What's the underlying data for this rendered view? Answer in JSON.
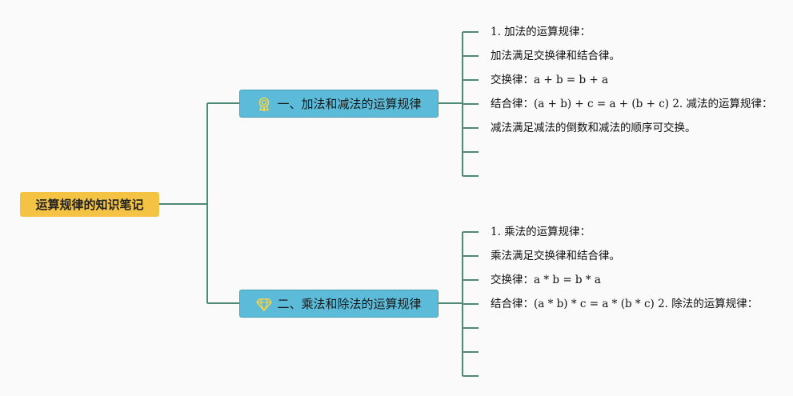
{
  "root": {
    "label": "运算规律的知识笔记"
  },
  "branches": [
    {
      "label": "一、加法和减法的运算规律",
      "icon": "award-badge-icon",
      "leaves": [
        "1. 加法的运算规律：",
        "加法满足交换律和结合律。",
        "交换律：a + b = b + a",
        "结合律：(a + b) + c = a + (b + c) 2. 减法的运算规律：",
        "减法满足减法的倒数和减法的顺序可交换。",
        "",
        ""
      ]
    },
    {
      "label": "二、乘法和除法的运算规律",
      "icon": "diamond-icon",
      "leaves": [
        "1. 乘法的运算规律：",
        "乘法满足交换律和结合律。",
        "交换律：a * b = b * a",
        "结合律：(a * b) * c = a * (b * c) 2. 除法的运算规律：",
        "",
        "",
        ""
      ]
    }
  ],
  "colors": {
    "root_fill": "#f5c344",
    "branch_fill": "#5bbbd9",
    "connector": "#4e8a78",
    "icon": "#f3d34a"
  }
}
